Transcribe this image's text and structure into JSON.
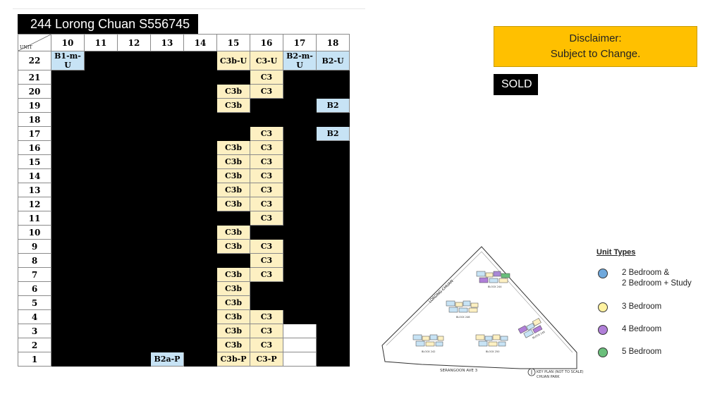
{
  "title": "244 Lorong Chuan S556745",
  "disclaimer": {
    "line1": "Disclaimer:",
    "line2": "Subject to Change."
  },
  "sold_label": "SOLD",
  "grid": {
    "unit_label": "UNIT",
    "columns": [
      "10",
      "11",
      "12",
      "13",
      "14",
      "15",
      "16",
      "17",
      "18"
    ],
    "rows": [
      {
        "floor": "22",
        "cells": [
          {
            "t": "B1-m-U",
            "s": "b2"
          },
          {
            "t": "",
            "s": "s"
          },
          {
            "t": "",
            "s": "s"
          },
          {
            "t": "",
            "s": "s"
          },
          {
            "t": "",
            "s": "s"
          },
          {
            "t": "C3b-U",
            "s": "c3"
          },
          {
            "t": "C3-U",
            "s": "c3"
          },
          {
            "t": "B2-m-U",
            "s": "b2"
          },
          {
            "t": "B2-U",
            "s": "b2"
          }
        ]
      },
      {
        "floor": "21",
        "cells": [
          {
            "t": "",
            "s": "s"
          },
          {
            "t": "",
            "s": "s"
          },
          {
            "t": "",
            "s": "s"
          },
          {
            "t": "",
            "s": "s"
          },
          {
            "t": "",
            "s": "s"
          },
          {
            "t": "",
            "s": "s"
          },
          {
            "t": "C3",
            "s": "c3"
          },
          {
            "t": "",
            "s": "s"
          },
          {
            "t": "",
            "s": "s"
          }
        ]
      },
      {
        "floor": "20",
        "cells": [
          {
            "t": "",
            "s": "s"
          },
          {
            "t": "",
            "s": "s"
          },
          {
            "t": "",
            "s": "s"
          },
          {
            "t": "",
            "s": "s"
          },
          {
            "t": "",
            "s": "s"
          },
          {
            "t": "C3b",
            "s": "c3"
          },
          {
            "t": "C3",
            "s": "c3"
          },
          {
            "t": "",
            "s": "s"
          },
          {
            "t": "",
            "s": "s"
          }
        ]
      },
      {
        "floor": "19",
        "cells": [
          {
            "t": "",
            "s": "s"
          },
          {
            "t": "",
            "s": "s"
          },
          {
            "t": "",
            "s": "s"
          },
          {
            "t": "",
            "s": "s"
          },
          {
            "t": "",
            "s": "s"
          },
          {
            "t": "C3b",
            "s": "c3"
          },
          {
            "t": "",
            "s": "s"
          },
          {
            "t": "",
            "s": "s"
          },
          {
            "t": "B2",
            "s": "b2"
          }
        ]
      },
      {
        "floor": "18",
        "cells": [
          {
            "t": "",
            "s": "s"
          },
          {
            "t": "",
            "s": "s"
          },
          {
            "t": "",
            "s": "s"
          },
          {
            "t": "",
            "s": "s"
          },
          {
            "t": "",
            "s": "s"
          },
          {
            "t": "",
            "s": "s"
          },
          {
            "t": "",
            "s": "s"
          },
          {
            "t": "",
            "s": "s"
          },
          {
            "t": "",
            "s": "s"
          }
        ]
      },
      {
        "floor": "17",
        "cells": [
          {
            "t": "",
            "s": "s"
          },
          {
            "t": "",
            "s": "s"
          },
          {
            "t": "",
            "s": "s"
          },
          {
            "t": "",
            "s": "s"
          },
          {
            "t": "",
            "s": "s"
          },
          {
            "t": "",
            "s": "s"
          },
          {
            "t": "C3",
            "s": "c3"
          },
          {
            "t": "",
            "s": "s"
          },
          {
            "t": "B2",
            "s": "b2"
          }
        ]
      },
      {
        "floor": "16",
        "cells": [
          {
            "t": "",
            "s": "s"
          },
          {
            "t": "",
            "s": "s"
          },
          {
            "t": "",
            "s": "s"
          },
          {
            "t": "",
            "s": "s"
          },
          {
            "t": "",
            "s": "s"
          },
          {
            "t": "C3b",
            "s": "c3"
          },
          {
            "t": "C3",
            "s": "c3"
          },
          {
            "t": "",
            "s": "s"
          },
          {
            "t": "",
            "s": "s"
          }
        ]
      },
      {
        "floor": "15",
        "cells": [
          {
            "t": "",
            "s": "s"
          },
          {
            "t": "",
            "s": "s"
          },
          {
            "t": "",
            "s": "s"
          },
          {
            "t": "",
            "s": "s"
          },
          {
            "t": "",
            "s": "s"
          },
          {
            "t": "C3b",
            "s": "c3"
          },
          {
            "t": "C3",
            "s": "c3"
          },
          {
            "t": "",
            "s": "s"
          },
          {
            "t": "",
            "s": "s"
          }
        ]
      },
      {
        "floor": "14",
        "cells": [
          {
            "t": "",
            "s": "s"
          },
          {
            "t": "",
            "s": "s"
          },
          {
            "t": "",
            "s": "s"
          },
          {
            "t": "",
            "s": "s"
          },
          {
            "t": "",
            "s": "s"
          },
          {
            "t": "C3b",
            "s": "c3"
          },
          {
            "t": "C3",
            "s": "c3"
          },
          {
            "t": "",
            "s": "s"
          },
          {
            "t": "",
            "s": "s"
          }
        ]
      },
      {
        "floor": "13",
        "cells": [
          {
            "t": "",
            "s": "s"
          },
          {
            "t": "",
            "s": "s"
          },
          {
            "t": "",
            "s": "s"
          },
          {
            "t": "",
            "s": "s"
          },
          {
            "t": "",
            "s": "s"
          },
          {
            "t": "C3b",
            "s": "c3"
          },
          {
            "t": "C3",
            "s": "c3"
          },
          {
            "t": "",
            "s": "s"
          },
          {
            "t": "",
            "s": "s"
          }
        ]
      },
      {
        "floor": "12",
        "cells": [
          {
            "t": "",
            "s": "s"
          },
          {
            "t": "",
            "s": "s"
          },
          {
            "t": "",
            "s": "s"
          },
          {
            "t": "",
            "s": "s"
          },
          {
            "t": "",
            "s": "s"
          },
          {
            "t": "C3b",
            "s": "c3"
          },
          {
            "t": "C3",
            "s": "c3"
          },
          {
            "t": "",
            "s": "s"
          },
          {
            "t": "",
            "s": "s"
          }
        ]
      },
      {
        "floor": "11",
        "cells": [
          {
            "t": "",
            "s": "s"
          },
          {
            "t": "",
            "s": "s"
          },
          {
            "t": "",
            "s": "s"
          },
          {
            "t": "",
            "s": "s"
          },
          {
            "t": "",
            "s": "s"
          },
          {
            "t": "",
            "s": "s"
          },
          {
            "t": "C3",
            "s": "c3"
          },
          {
            "t": "",
            "s": "s"
          },
          {
            "t": "",
            "s": "s"
          }
        ]
      },
      {
        "floor": "10",
        "cells": [
          {
            "t": "",
            "s": "s"
          },
          {
            "t": "",
            "s": "s"
          },
          {
            "t": "",
            "s": "s"
          },
          {
            "t": "",
            "s": "s"
          },
          {
            "t": "",
            "s": "s"
          },
          {
            "t": "C3b",
            "s": "c3"
          },
          {
            "t": "",
            "s": "s"
          },
          {
            "t": "",
            "s": "s"
          },
          {
            "t": "",
            "s": "s"
          }
        ]
      },
      {
        "floor": "9",
        "cells": [
          {
            "t": "",
            "s": "s"
          },
          {
            "t": "",
            "s": "s"
          },
          {
            "t": "",
            "s": "s"
          },
          {
            "t": "",
            "s": "s"
          },
          {
            "t": "",
            "s": "s"
          },
          {
            "t": "C3b",
            "s": "c3"
          },
          {
            "t": "C3",
            "s": "c3"
          },
          {
            "t": "",
            "s": "s"
          },
          {
            "t": "",
            "s": "s"
          }
        ]
      },
      {
        "floor": "8",
        "cells": [
          {
            "t": "",
            "s": "s"
          },
          {
            "t": "",
            "s": "s"
          },
          {
            "t": "",
            "s": "s"
          },
          {
            "t": "",
            "s": "s"
          },
          {
            "t": "",
            "s": "s"
          },
          {
            "t": "",
            "s": "s"
          },
          {
            "t": "C3",
            "s": "c3"
          },
          {
            "t": "",
            "s": "s"
          },
          {
            "t": "",
            "s": "s"
          }
        ]
      },
      {
        "floor": "7",
        "cells": [
          {
            "t": "",
            "s": "s"
          },
          {
            "t": "",
            "s": "s"
          },
          {
            "t": "",
            "s": "s"
          },
          {
            "t": "",
            "s": "s"
          },
          {
            "t": "",
            "s": "s"
          },
          {
            "t": "C3b",
            "s": "c3"
          },
          {
            "t": "C3",
            "s": "c3"
          },
          {
            "t": "",
            "s": "s"
          },
          {
            "t": "",
            "s": "s"
          }
        ]
      },
      {
        "floor": "6",
        "cells": [
          {
            "t": "",
            "s": "s"
          },
          {
            "t": "",
            "s": "s"
          },
          {
            "t": "",
            "s": "s"
          },
          {
            "t": "",
            "s": "s"
          },
          {
            "t": "",
            "s": "s"
          },
          {
            "t": "C3b",
            "s": "c3"
          },
          {
            "t": "",
            "s": "s"
          },
          {
            "t": "",
            "s": "s"
          },
          {
            "t": "",
            "s": "s"
          }
        ]
      },
      {
        "floor": "5",
        "cells": [
          {
            "t": "",
            "s": "s"
          },
          {
            "t": "",
            "s": "s"
          },
          {
            "t": "",
            "s": "s"
          },
          {
            "t": "",
            "s": "s"
          },
          {
            "t": "",
            "s": "s"
          },
          {
            "t": "C3b",
            "s": "c3"
          },
          {
            "t": "",
            "s": "s"
          },
          {
            "t": "",
            "s": "s"
          },
          {
            "t": "",
            "s": "s"
          }
        ]
      },
      {
        "floor": "4",
        "cells": [
          {
            "t": "",
            "s": "s"
          },
          {
            "t": "",
            "s": "s"
          },
          {
            "t": "",
            "s": "s"
          },
          {
            "t": "",
            "s": "s"
          },
          {
            "t": "",
            "s": "s"
          },
          {
            "t": "C3b",
            "s": "c3"
          },
          {
            "t": "C3",
            "s": "c3"
          },
          {
            "t": "",
            "s": "s"
          },
          {
            "t": "",
            "s": "s"
          }
        ]
      },
      {
        "floor": "3",
        "cells": [
          {
            "t": "",
            "s": "s"
          },
          {
            "t": "",
            "s": "s"
          },
          {
            "t": "",
            "s": "s"
          },
          {
            "t": "",
            "s": "s"
          },
          {
            "t": "",
            "s": "s"
          },
          {
            "t": "C3b",
            "s": "c3"
          },
          {
            "t": "C3",
            "s": "c3"
          },
          {
            "t": "",
            "s": "e"
          },
          {
            "t": "",
            "s": "s"
          }
        ]
      },
      {
        "floor": "2",
        "cells": [
          {
            "t": "",
            "s": "s"
          },
          {
            "t": "",
            "s": "s"
          },
          {
            "t": "",
            "s": "s"
          },
          {
            "t": "",
            "s": "s"
          },
          {
            "t": "",
            "s": "s"
          },
          {
            "t": "C3b",
            "s": "c3"
          },
          {
            "t": "C3",
            "s": "c3"
          },
          {
            "t": "",
            "s": "e"
          },
          {
            "t": "",
            "s": "s"
          }
        ]
      },
      {
        "floor": "1",
        "cells": [
          {
            "t": "",
            "s": "s"
          },
          {
            "t": "",
            "s": "s"
          },
          {
            "t": "",
            "s": "s"
          },
          {
            "t": "B2a-P",
            "s": "b2"
          },
          {
            "t": "",
            "s": "s"
          },
          {
            "t": "C3b-P",
            "s": "c3"
          },
          {
            "t": "C3-P",
            "s": "c3"
          },
          {
            "t": "",
            "s": "e"
          },
          {
            "t": "",
            "s": "s"
          }
        ]
      }
    ]
  },
  "key_plan": {
    "road_top": "LORONG CHUAN",
    "road_bottom": "SERANGOON AVE 3",
    "caption_line1": "KEY PLAN (NOT TO SCALE)",
    "caption_line2": "CHUAN PARK",
    "blocks": [
      "BLOCK 244",
      "BLOCK 246",
      "BLOCK 242",
      "BLOCK 250",
      "BLOCK 248"
    ]
  },
  "legend": {
    "title": "Unit Types",
    "items": [
      {
        "line1": "2 Bedroom &",
        "line2": "2 Bedroom + Study",
        "color": "#6fa8dc"
      },
      {
        "line1": "3 Bedroom",
        "line2": "",
        "color": "#fff2a0"
      },
      {
        "line1": "4 Bedroom",
        "line2": "",
        "color": "#b07fd8"
      },
      {
        "line1": "5 Bedroom",
        "line2": "",
        "color": "#6abf7b"
      }
    ]
  }
}
